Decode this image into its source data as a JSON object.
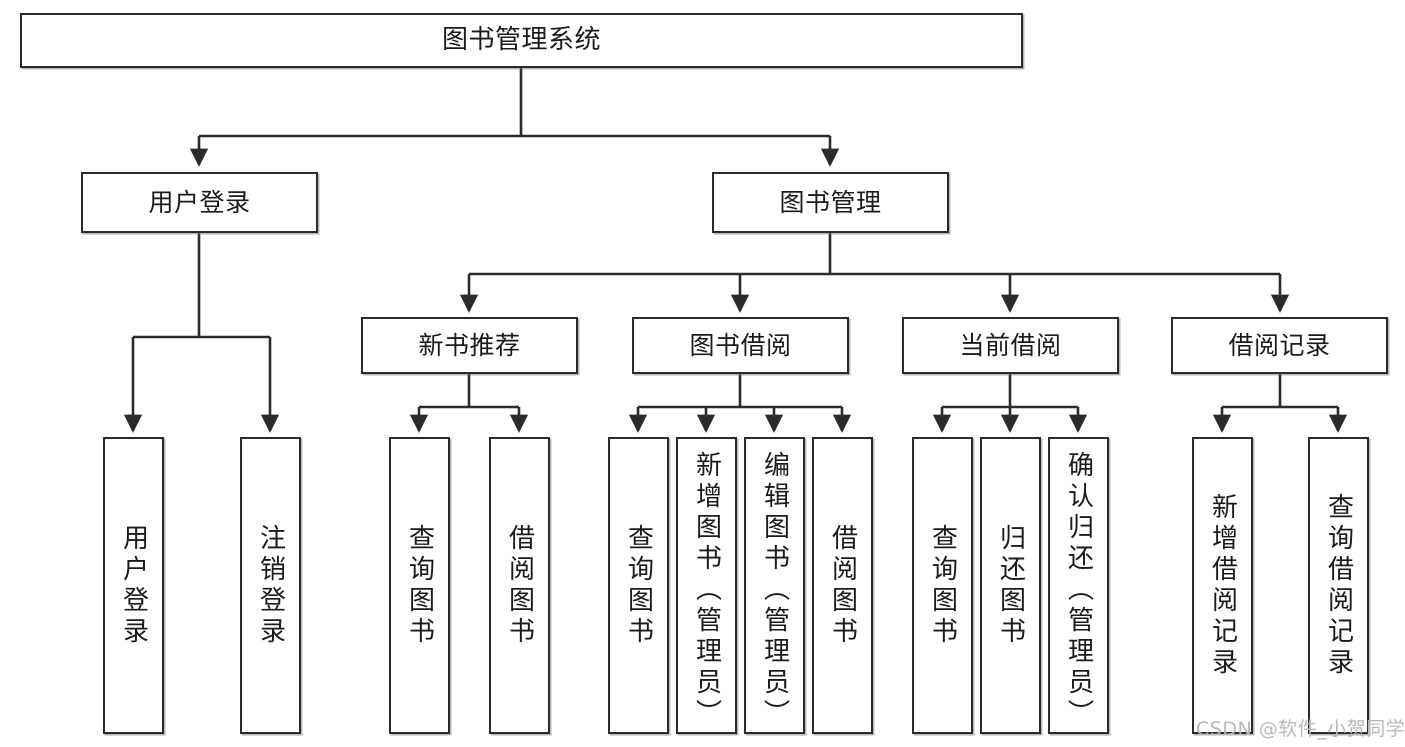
{
  "diagram": {
    "title": "图书管理系统",
    "type": "tree-hierarchy",
    "orientation": "top-down",
    "line_color": "#2b2b2b",
    "box_fill": "#ffffff",
    "box_border": "#2b2b2b",
    "text_color": "#1b1b1b"
  },
  "watermark": {
    "text": "CSDN @软件_小贺同学",
    "color": "#b9b9b9"
  },
  "nodes": {
    "root": {
      "label": "图书管理系统"
    },
    "level2": [
      {
        "label": "用户登录"
      },
      {
        "label": "图书管理"
      }
    ],
    "level3": [
      {
        "label": "新书推荐"
      },
      {
        "label": "图书借阅"
      },
      {
        "label": "当前借阅"
      },
      {
        "label": "借阅记录"
      }
    ],
    "leaves": {
      "user_login": [
        {
          "label": "用户登录"
        },
        {
          "label": "注销登录"
        }
      ],
      "new_book_recommend": [
        {
          "label": "查询图书"
        },
        {
          "label": "借阅图书"
        }
      ],
      "book_borrow": [
        {
          "label": "查询图书"
        },
        {
          "label": "新增图书（管理员）"
        },
        {
          "label": "编辑图书（管理员）"
        },
        {
          "label": "借阅图书"
        }
      ],
      "current_borrow": [
        {
          "label": "查询图书"
        },
        {
          "label": "归还图书"
        },
        {
          "label": "确认归还（管理员）"
        }
      ],
      "borrow_record": [
        {
          "label": "新增借阅记录"
        },
        {
          "label": "查询借阅记录"
        }
      ]
    }
  }
}
